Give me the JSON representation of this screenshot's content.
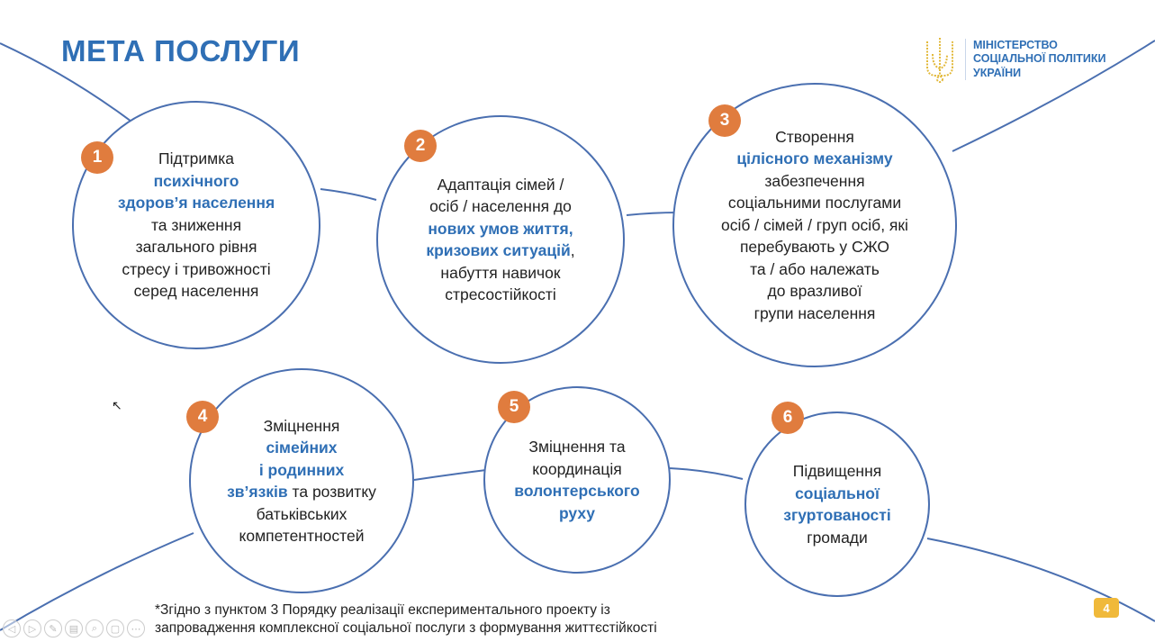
{
  "title": "МЕТА ПОСЛУГИ",
  "logo": {
    "lines": [
      "МІНІСТЕРСТВО",
      "СОЦІАЛЬНОЇ ПОЛІТИКИ",
      "УКРАЇНИ"
    ]
  },
  "colors": {
    "accent": "#2f6fb5",
    "badge": "#e07c3e",
    "line": "#4a6fb0",
    "page_badge": "#f0b93a"
  },
  "goals": [
    {
      "number": "1",
      "lines": [
        [
          {
            "t": "Підтримка"
          }
        ],
        [
          {
            "t": "психічного",
            "hl": true
          }
        ],
        [
          {
            "t": "здоров’я населення",
            "hl": true
          }
        ],
        [
          {
            "t": "та зниження"
          }
        ],
        [
          {
            "t": "загального рівня"
          }
        ],
        [
          {
            "t": "стресу і тривожності"
          }
        ],
        [
          {
            "t": "серед населення"
          }
        ]
      ]
    },
    {
      "number": "2",
      "lines": [
        [
          {
            "t": "Адаптація сімей /"
          }
        ],
        [
          {
            "t": "осіб / населення до"
          }
        ],
        [
          {
            "t": "нових умов життя,",
            "hl": true
          }
        ],
        [
          {
            "t": "кризових ситуацій",
            "hl": true
          },
          {
            "t": ","
          }
        ],
        [
          {
            "t": "набуття навичок"
          }
        ],
        [
          {
            "t": "стресостійкості"
          }
        ]
      ]
    },
    {
      "number": "3",
      "lines": [
        [
          {
            "t": "Створення"
          }
        ],
        [
          {
            "t": "цілісного механізму",
            "hl": true
          }
        ],
        [
          {
            "t": "забезпечення"
          }
        ],
        [
          {
            "t": "соціальними послугами"
          }
        ],
        [
          {
            "t": "осіб / сімей / груп осіб, які"
          }
        ],
        [
          {
            "t": "перебувають у СЖО"
          }
        ],
        [
          {
            "t": "та / або належать"
          }
        ],
        [
          {
            "t": "до вразливої"
          }
        ],
        [
          {
            "t": "групи населення"
          }
        ]
      ]
    },
    {
      "number": "4",
      "lines": [
        [
          {
            "t": "Зміцнення"
          }
        ],
        [
          {
            "t": "сімейних",
            "hl": true
          }
        ],
        [
          {
            "t": "і родинних",
            "hl": true
          }
        ],
        [
          {
            "t": "зв’язків",
            "hl": true
          },
          {
            "t": " та розвитку"
          }
        ],
        [
          {
            "t": "батьківських"
          }
        ],
        [
          {
            "t": "компетентностей"
          }
        ]
      ]
    },
    {
      "number": "5",
      "lines": [
        [
          {
            "t": "Зміцнення та"
          }
        ],
        [
          {
            "t": "координація"
          }
        ],
        [
          {
            "t": "волонтерського",
            "hl": true
          }
        ],
        [
          {
            "t": "руху",
            "hl": true
          }
        ]
      ]
    },
    {
      "number": "6",
      "lines": [
        [
          {
            "t": "Підвищення"
          }
        ],
        [
          {
            "t": "соціальної",
            "hl": true
          }
        ],
        [
          {
            "t": "згуртованості",
            "hl": true
          }
        ],
        [
          {
            "t": "громади"
          }
        ]
      ]
    }
  ],
  "footnote": [
    "*Згідно з пунктом 3 Порядку реалізації експериментального проекту із",
    "запровадження комплексної соціальної послуги з формування життєстійкості"
  ],
  "page_number": "4",
  "controls": [
    "◁",
    "▷",
    "✎",
    "▤",
    "⌕",
    "▢",
    "⋯"
  ]
}
